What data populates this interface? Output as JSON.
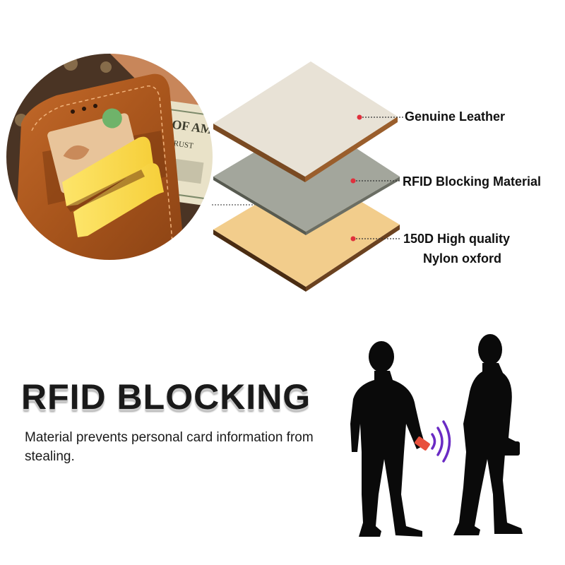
{
  "layers": [
    {
      "label": "Genuine Leather",
      "color": "#e8e2d6"
    },
    {
      "label": "RFID Blocking Material",
      "color": "#a3a69c"
    },
    {
      "label": "150D High quality",
      "label_line2": "Nylon oxford",
      "color": "#f2cd8c"
    }
  ],
  "wallet_photo": {
    "leather_color": "#b35c22",
    "banknote_text": "OF AME",
    "banknote_subtext": "RUST"
  },
  "headline": "RFID BLOCKING",
  "description": "Material prevents personal card information from stealing.",
  "colors": {
    "dot": "#e0303c",
    "signal": "#6a2bc4",
    "card": "#e8503c",
    "silhouette": "#0a0a0a"
  }
}
